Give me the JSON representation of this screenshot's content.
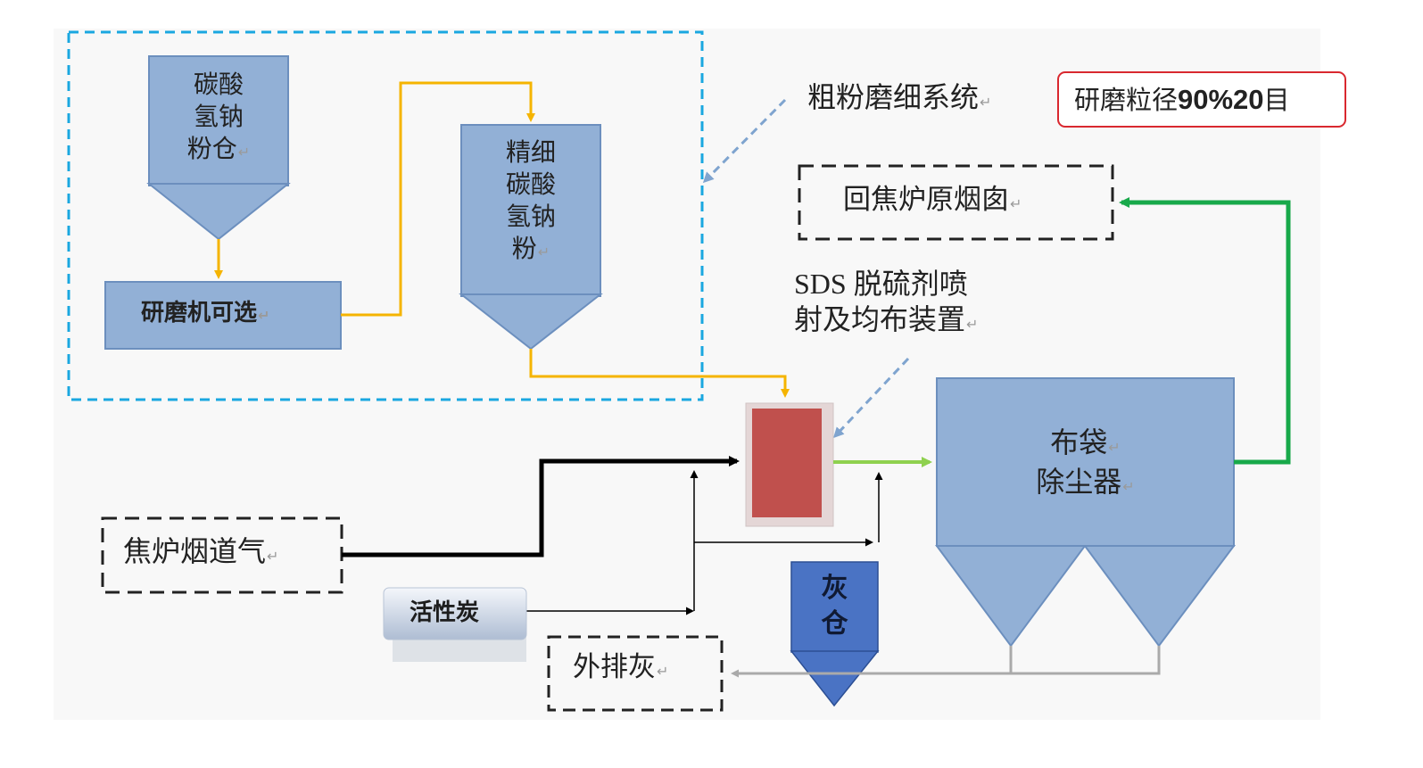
{
  "coarse_system_label": "粗粉磨细系统",
  "grind_size_note": {
    "prefix": "研磨粒径",
    "value": "90%20",
    "suffix": "目"
  },
  "nahco3_silo": [
    "碳酸",
    "氢钠",
    "粉仓"
  ],
  "grinder": "研磨机可选",
  "fine_powder_silo": [
    "精细",
    "碳酸",
    "氢钠",
    "粉"
  ],
  "coke_stack_return": "回焦炉原烟囱",
  "sds_device": [
    "SDS 脱硫剂喷",
    "射及均布装置"
  ],
  "bag_filter": [
    "布袋",
    "除尘器"
  ],
  "flue_gas": "焦炉烟道气",
  "activated_carbon": "活性炭",
  "ash_silo": [
    "灰",
    "仓"
  ],
  "ash_discharge": "外排灰",
  "colors": {
    "box_fill": "#92b0d6",
    "box_stroke": "#6c8fbe",
    "reactor_fill": "#c0504d",
    "ash_silo_fill": "#4a73c4",
    "dashed_region": "#1aa7e0",
    "yellow_flow": "#f5b400",
    "green_flow": "#18a94a",
    "light_green_flow": "#8fd14f",
    "callout_border": "#d9282f"
  }
}
